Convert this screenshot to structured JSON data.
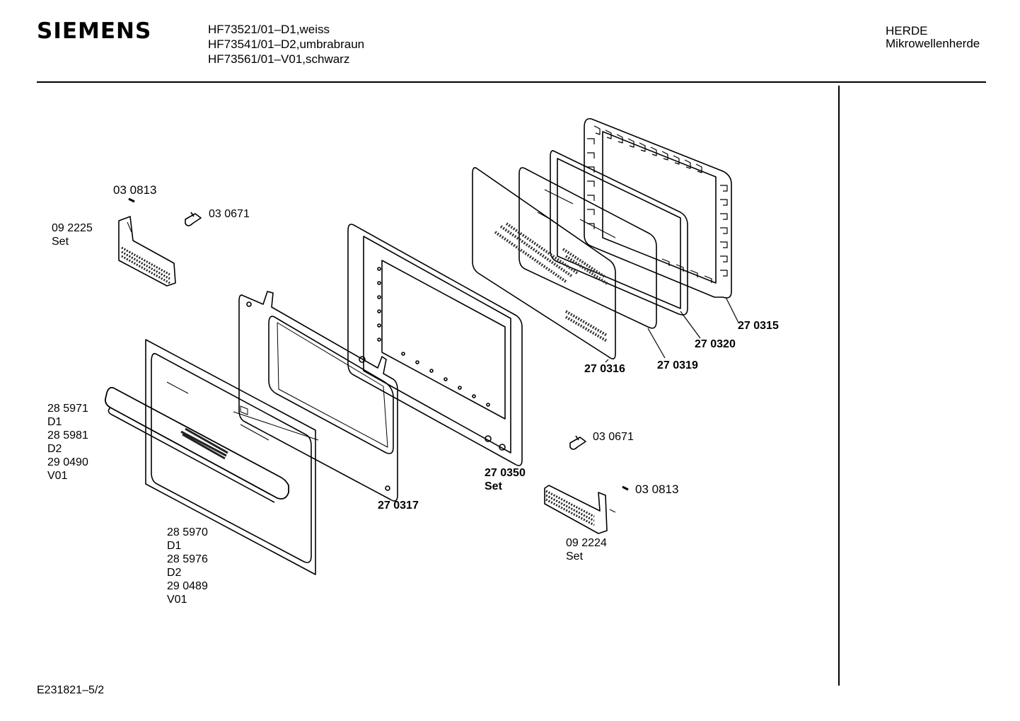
{
  "header": {
    "brand": "SIEMENS",
    "models": [
      "HF73521/01–D1,weiss",
      "HF73541/01–D2,umbrabraun",
      "HF73561/01–V01,schwarz"
    ],
    "category": "HERDE",
    "subcategory": "Mikrowellenherde"
  },
  "footer": {
    "doc_id": "E231821–5/2"
  },
  "parts": {
    "p030813_top": "03 0813",
    "p030671_top": "03 0671",
    "p092225": [
      "09 2225",
      "Set"
    ],
    "p285971": [
      "28 5971",
      "D1",
      "28 5981",
      "D2",
      "29 0490",
      "V01"
    ],
    "p285970": [
      "28 5970",
      "D1",
      "28 5976",
      "D2",
      "29 0489",
      "V01"
    ],
    "p270317": "27 0317",
    "p270350": [
      "27 0350",
      "Set"
    ],
    "p270316": "27 0316",
    "p270319": "27 0319",
    "p270320": "27 0320",
    "p270315": "27 0315",
    "p030671_bottom": "03 0671",
    "p030813_bottom": "03 0813",
    "p092224": [
      "09 2224",
      "Set"
    ]
  }
}
